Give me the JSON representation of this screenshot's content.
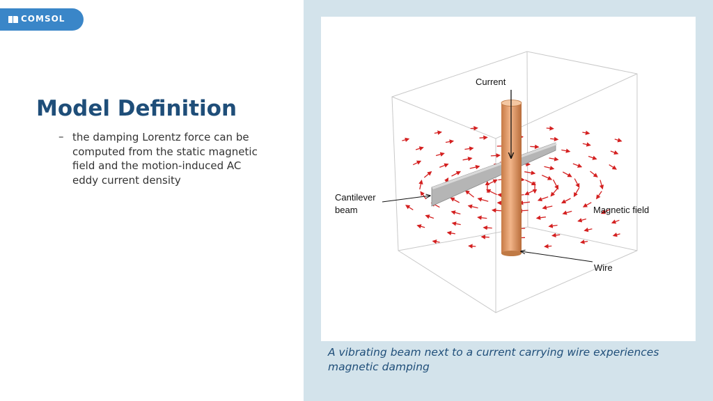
{
  "logo": {
    "text": "COMSOL",
    "icon": "comsol-logo-icon"
  },
  "slide": {
    "title": "Model Definition",
    "bullets": [
      {
        "marker": "–",
        "text": "the damping Lorentz force can be computed from the static magnetic field and the motion-induced AC eddy current density"
      }
    ]
  },
  "figure": {
    "labels": {
      "current": "Current",
      "cantilever_line1": "Cantilever",
      "cantilever_line2": "beam",
      "magnetic_field": "Magnetic field",
      "wire": "Wire"
    },
    "caption": "A vibrating beam next to a current carrying wire experiences magnetic damping"
  },
  "colors": {
    "accent_blue": "#3a86c8",
    "title_blue": "#1f4e79",
    "panel_bg": "#d3e3eb",
    "arrow_red": "#d42020",
    "wire_copper": "#d9905a"
  }
}
